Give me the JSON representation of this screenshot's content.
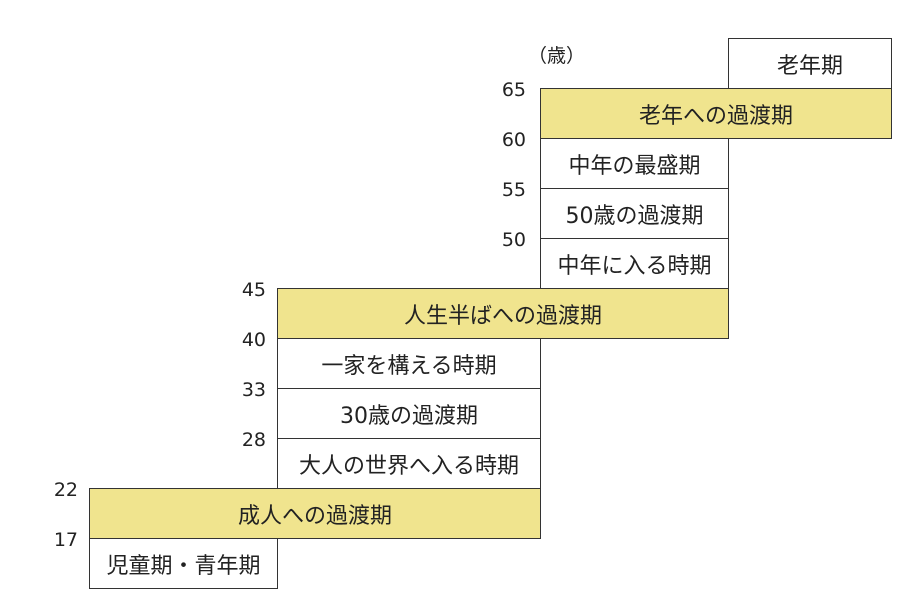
{
  "unit_label": "（歳）",
  "ages": [
    "65",
    "60",
    "55",
    "50",
    "45",
    "40",
    "33",
    "28",
    "22",
    "17"
  ],
  "stages": {
    "old_age": "老年期",
    "transition_old_age": "老年への過渡期",
    "middle_peak": "中年の最盛期",
    "age50_transition": "50歳の過渡期",
    "entering_middle": "中年に入る時期",
    "transition_midlife": "人生半ばへの過渡期",
    "settling_down": "一家を構える時期",
    "age30_transition": "30歳の過渡期",
    "entering_adult": "大人の世界へ入る時期",
    "transition_adult": "成人への過渡期",
    "childhood_youth": "児童期・青年期"
  },
  "colors": {
    "transition_fill": "#f0e48e",
    "stage_fill": "#ffffff",
    "border": "#333333"
  }
}
